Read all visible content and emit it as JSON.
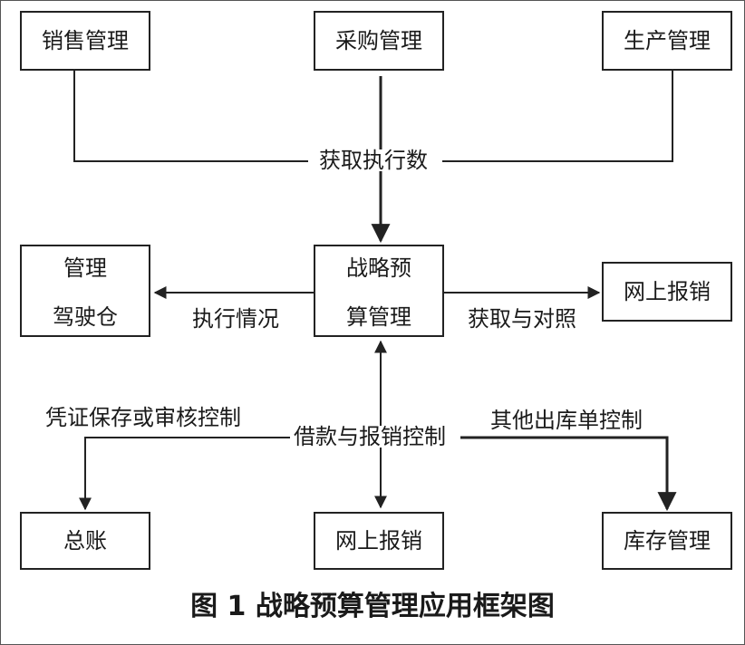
{
  "nodes": {
    "sales": "销售管理",
    "purchase": "采购管理",
    "production": "生产管理",
    "cockpit_line1": "管理",
    "cockpit_line2": "驾驶仓",
    "budget_line1": "战略预",
    "budget_line2": "算管理",
    "online_reimburse_right": "网上报销",
    "ledger": "总账",
    "online_reimburse_bottom": "网上报销",
    "inventory": "库存管理"
  },
  "edge_labels": {
    "get_execution": "获取执行数",
    "execution_status": "执行情况",
    "get_and_compare": "获取与对照",
    "voucher_control": "凭证保存或审核控制",
    "loan_control": "借款与报销控制",
    "other_outbound": "其他出库单控制"
  },
  "caption": "图 1   战略预算管理应用框架图"
}
